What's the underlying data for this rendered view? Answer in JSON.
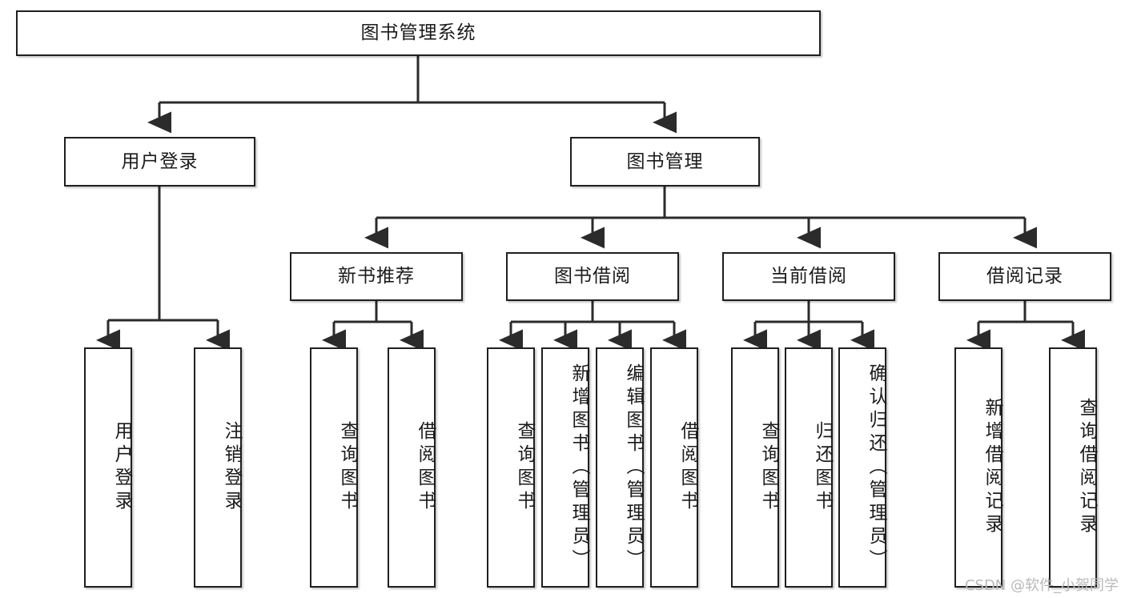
{
  "diagram": {
    "title": "图书管理系统",
    "watermark": "CSDN @软件_小贺同学",
    "colors": {
      "border": "#1f1f1f",
      "background": "#ffffff",
      "text": "#1b1b1b",
      "watermark": "#b9b9b9"
    },
    "levels": {
      "root": {
        "label": "图书管理系统"
      },
      "level2": [
        {
          "label": "用户登录"
        },
        {
          "label": "图书管理"
        }
      ],
      "level3": [
        {
          "label": "新书推荐"
        },
        {
          "label": "图书借阅"
        },
        {
          "label": "当前借阅"
        },
        {
          "label": "借阅记录"
        }
      ],
      "leaves": {
        "user_login": [
          {
            "label": "用户登录"
          },
          {
            "label": "注销登录"
          }
        ],
        "new_book_recommend": [
          {
            "label": "查询图书"
          },
          {
            "label": "借阅图书"
          }
        ],
        "book_borrow": [
          {
            "label": "查询图书"
          },
          {
            "label": "新增图书（管理员）"
          },
          {
            "label": "编辑图书（管理员）"
          },
          {
            "label": "借阅图书"
          }
        ],
        "current_borrow": [
          {
            "label": "查询图书"
          },
          {
            "label": "归还图书"
          },
          {
            "label": "确认归还（管理员）"
          }
        ],
        "borrow_record": [
          {
            "label": "新增借阅记录"
          },
          {
            "label": "查询借阅记录"
          }
        ]
      }
    }
  }
}
